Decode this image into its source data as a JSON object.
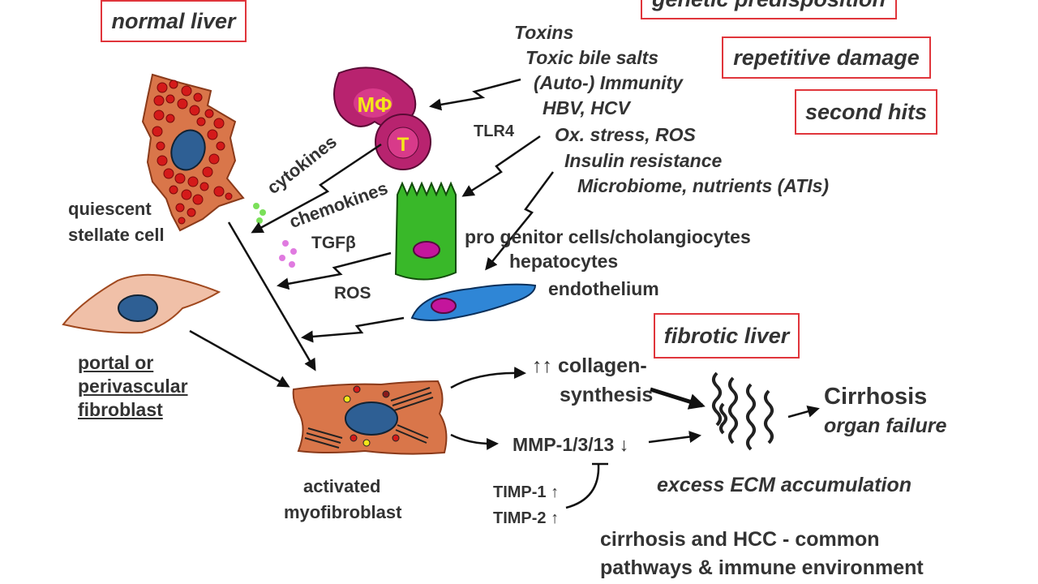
{
  "boxes": {
    "normal_liver": "normal liver",
    "genetic_predisposition": "genetic predisposition",
    "repetitive_damage": "repetitive damage",
    "second_hits": "second hits",
    "fibrotic_liver": "fibrotic liver"
  },
  "triggers": [
    "Toxins",
    "Toxic bile salts",
    "(Auto-) Immunity",
    "HBV, HCV",
    "Ox. stress, ROS",
    "Insulin resistance",
    "Microbiome, nutrients (ATIs)"
  ],
  "immune_cells": {
    "macrophage": "MΦ",
    "t_cell": "T"
  },
  "signals": {
    "cytokines": "cytokines",
    "chemokines": "chemokines",
    "tgfb": "TGFβ",
    "ros": "ROS",
    "tlr4": "TLR4"
  },
  "cells": {
    "quiescent_line1": "quiescent",
    "quiescent_line2": "stellate cell",
    "progenitor": "pro genitor cells/cholangiocytes",
    "hepatocytes": "hepatocytes",
    "endothelium": "endothelium",
    "portal_line1": "portal or",
    "portal_line2": "perivascular",
    "portal_line3": "fibroblast",
    "activated_line1": "activated",
    "activated_line2": "myofibroblast"
  },
  "outcomes": {
    "collagen_line1": "↑↑ collagen-",
    "collagen_line2": "synthesis",
    "mmp": "MMP-1/3/13 ↓",
    "timp1": "TIMP-1 ↑",
    "timp2": "TIMP-2 ↑",
    "cirrhosis": "Cirrhosis",
    "organ_failure": "organ  failure",
    "ecm": "excess ECM accumulation"
  },
  "footer": {
    "line1": "cirrhosis and HCC - common",
    "line2": "pathways & immune environment"
  },
  "colors": {
    "box_border": "#e0353b",
    "stellate": "#d9764a",
    "lipid": "#d41a1a",
    "nucleus": "#2e5f94",
    "macrophage": "#b8236f",
    "label_yellow": "#f5e619",
    "hepatocyte": "#39b829",
    "endothelium": "#2f86d6",
    "vesicle_green": "#7be05a",
    "vesicle_pink": "#e07ae0",
    "inner_nucleus": "#c4159c"
  }
}
